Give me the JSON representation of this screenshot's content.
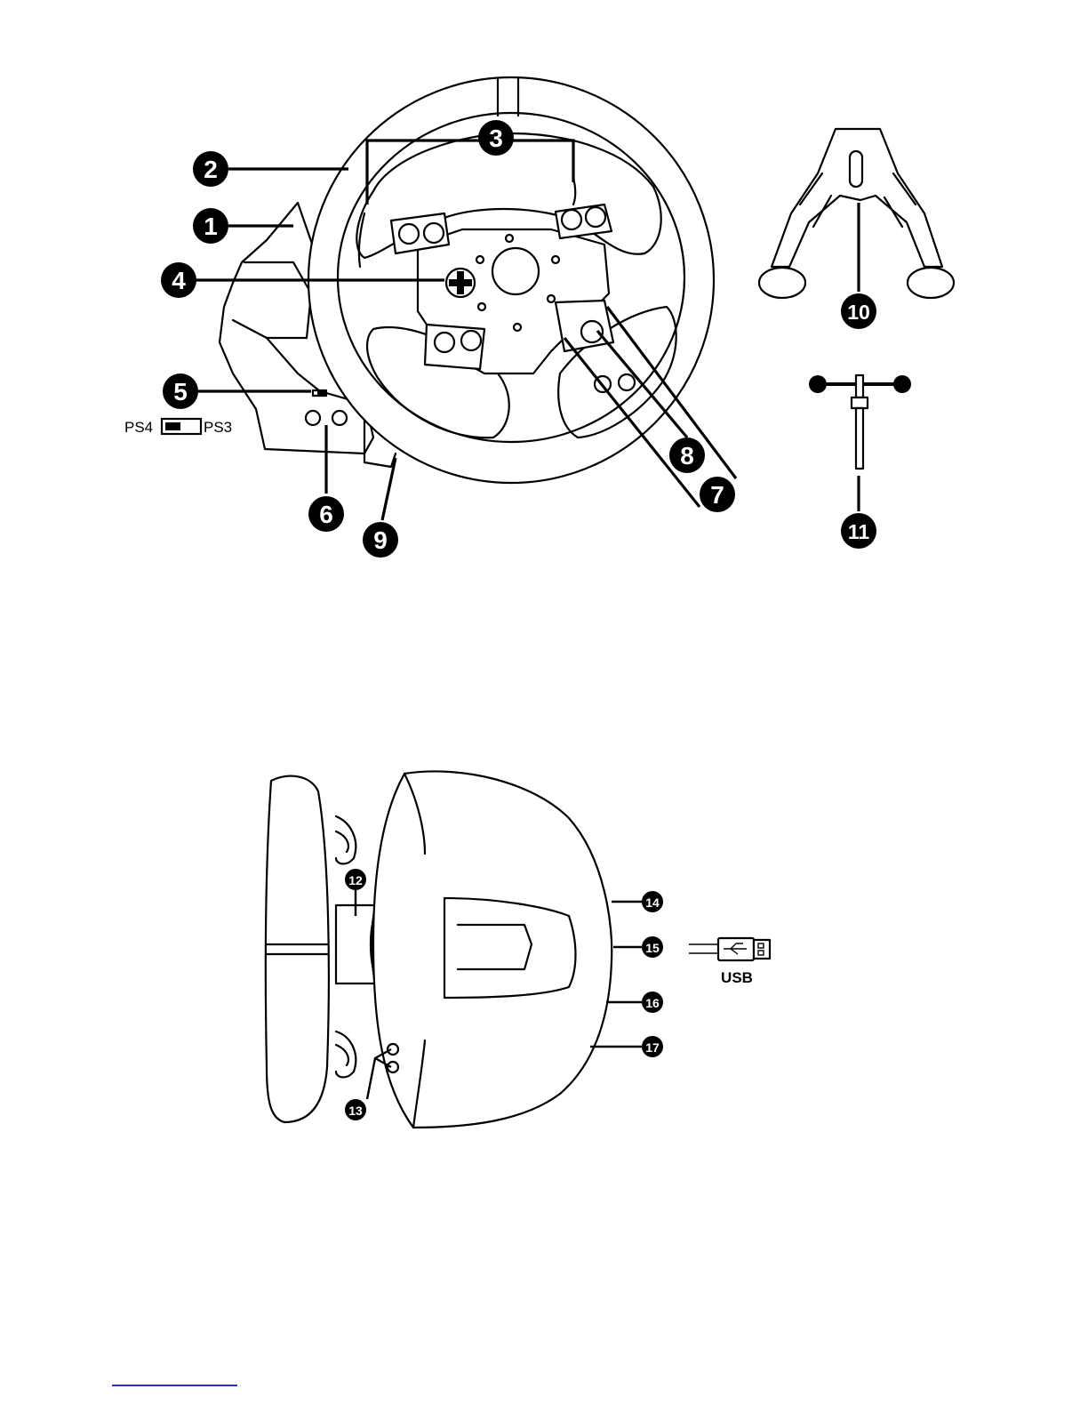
{
  "colors": {
    "line": "#000000",
    "fill": "#ffffff",
    "footer_rule": "#2b2bd6"
  },
  "front_view": {
    "switch_labels": {
      "left": "PS4",
      "right": "PS3"
    },
    "callouts": [
      "1",
      "2",
      "3",
      "4",
      "5",
      "6",
      "7",
      "8",
      "9",
      "10",
      "11"
    ]
  },
  "side_view": {
    "usb_label": "USB",
    "callouts": [
      "12",
      "13",
      "14",
      "15",
      "16",
      "17"
    ]
  }
}
